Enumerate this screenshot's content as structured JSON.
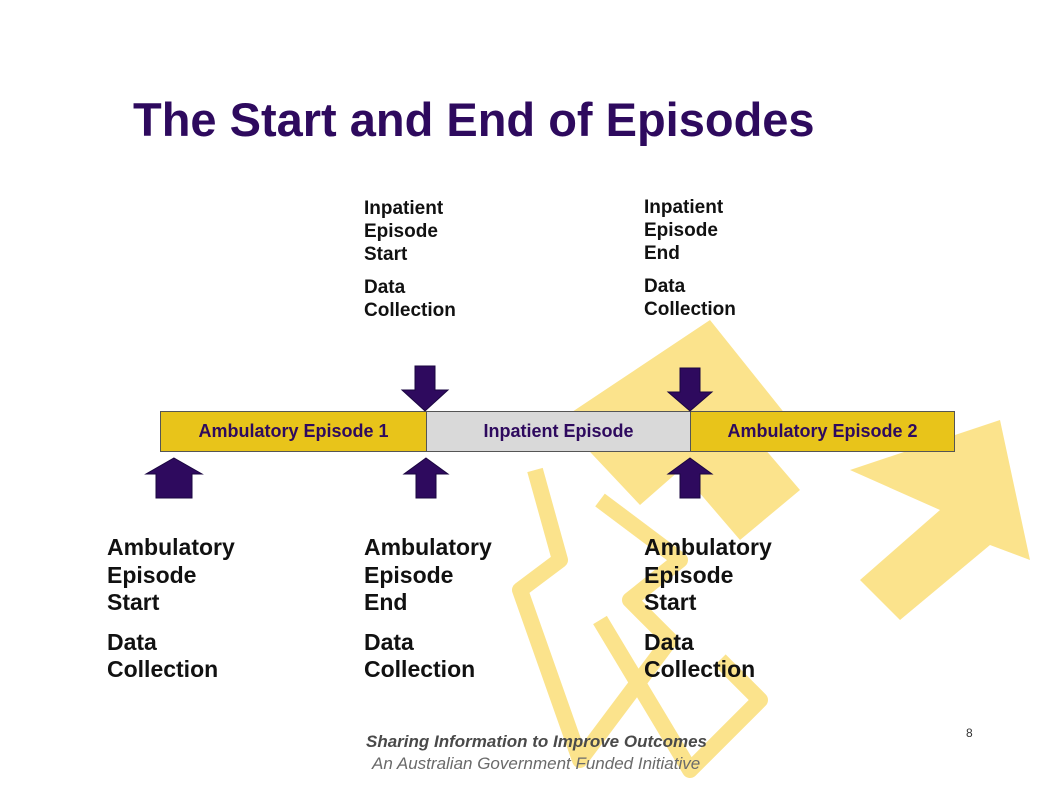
{
  "title": "The Start and End of Episodes",
  "bars": {
    "ambulatory_1": "Ambulatory Episode 1",
    "inpatient": "Inpatient Episode",
    "ambulatory_2": "Ambulatory Episode 2"
  },
  "top_labels": [
    {
      "lines": [
        "Inpatient",
        "Episode",
        "Start"
      ],
      "sub": [
        "Data",
        "Collection"
      ]
    },
    {
      "lines": [
        "Inpatient",
        "Episode",
        "End"
      ],
      "sub": [
        "Data",
        "Collection"
      ]
    }
  ],
  "bottom_labels": [
    {
      "lines": [
        "Ambulatory",
        "Episode",
        "Start"
      ],
      "sub": [
        "Data",
        "Collection"
      ]
    },
    {
      "lines": [
        "Ambulatory",
        "Episode",
        "End"
      ],
      "sub": [
        "Data",
        "Collection"
      ]
    },
    {
      "lines": [
        "Ambulatory",
        "Episode",
        "Start"
      ],
      "sub": [
        "Data",
        "Collection"
      ]
    }
  ],
  "page_number": "8",
  "footer": {
    "line1": "Sharing Information to Improve Outcomes",
    "line2": "An Australian Government Funded Initiative"
  },
  "colors": {
    "title": "#2e0a5e",
    "bar_ambulatory": "#e8c41a",
    "bar_inpatient": "#d9d9d9",
    "arrow": "#2e0a5e",
    "decoration": "#fbe38c"
  }
}
